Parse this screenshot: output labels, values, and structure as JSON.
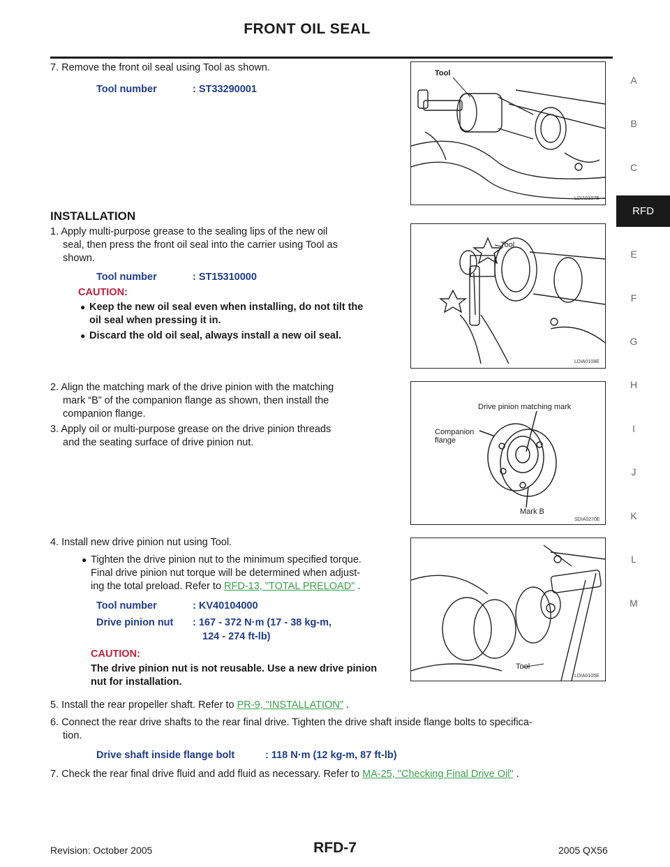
{
  "header": {
    "title": "FRONT OIL SEAL"
  },
  "sidebar": {
    "letters": [
      "A",
      "B",
      "C",
      "E",
      "F",
      "G",
      "H",
      "I",
      "J",
      "K",
      "L",
      "M"
    ],
    "active": "RFD"
  },
  "step7_remove": {
    "text": "7. Remove the front oil seal using Tool as shown.",
    "tool_label": "Tool number",
    "tool_value": ": ST33290001"
  },
  "installation": {
    "heading": "INSTALLATION",
    "step1": {
      "text_line1": "1. Apply multi-purpose grease to the sealing lips of the new oil",
      "text_line2": "seal, then press the front oil seal into the carrier using Tool as",
      "text_line3": "shown.",
      "tool_label": "Tool number",
      "tool_value": ": ST15310000",
      "caution_heading": "CAUTION:",
      "caution_1_line1": "Keep the new oil seal even when installing, do not tilt the",
      "caution_1_line2": "oil seal when pressing it in.",
      "caution_2": "Discard the old oil seal, always install a new oil seal."
    },
    "step2": {
      "line1": "2. Align the matching mark of the drive pinion with the matching",
      "line2": "mark “B” of the companion flange as shown, then install the",
      "line3": "companion flange."
    },
    "step3": {
      "line1": "3. Apply oil or multi-purpose grease on the drive pinion threads",
      "line2": "and the seating surface of drive pinion nut."
    },
    "step4": {
      "line1": "4. Install new drive pinion nut using Tool.",
      "bullet_line1": "Tighten the drive pinion nut to the minimum specified torque.",
      "bullet_line2": "Final drive pinion nut torque will be determined when adjust-",
      "bullet_line3_prefix": "ing the total preload. Refer to",
      "bullet_link": "RFD-13, \"TOTAL PRELOAD\"",
      "bullet_suffix": ".",
      "tool_label": "Tool number",
      "tool_value": ": KV40104000",
      "nut_label": "Drive pinion nut",
      "nut_value_1": ": 167 - 372 N·m (17 - 38 kg-m,",
      "nut_value_2": "124 - 274 ft-lb)",
      "caution_heading": "CAUTION:",
      "caution_line1": "The drive pinion nut is not reusable. Use a new drive pinion",
      "caution_line2": "nut for installation."
    },
    "step5": {
      "prefix": "5. Install the rear propeller shaft. Refer to",
      "link": "PR-9, \"INSTALLATION\"",
      "suffix": "."
    },
    "step6": {
      "line1": "6. Connect the rear drive shafts to the rear final drive. Tighten the drive shaft inside flange bolts to specifica-",
      "line2": "tion.",
      "spec_label": "Drive shaft inside flange bolt",
      "spec_value": ": 118 N·m (12 kg-m, 87 ft-lb)"
    },
    "step7": {
      "prefix": "7. Check the rear final drive fluid and add fluid as necessary. Refer to",
      "link": "MA-25, \"Checking Final Drive Oil\"",
      "suffix": "."
    }
  },
  "figures": {
    "fig1": {
      "label_tool": "Tool",
      "code": "LDIA0107E"
    },
    "fig2": {
      "label_tool": "Tool",
      "code": "LDIA0108E"
    },
    "fig3": {
      "label_mark": "Drive pinion matching mark",
      "label_companion_1": "Companion",
      "label_companion_2": "flange",
      "label_markb": "Mark B",
      "code": "SDIA0270E"
    },
    "fig4": {
      "label_tool": "Tool",
      "code": "LDIA0105E"
    }
  },
  "footer": {
    "revision": "Revision: October 2005",
    "page_code": "RFD-7",
    "model": "2005 QX56"
  }
}
